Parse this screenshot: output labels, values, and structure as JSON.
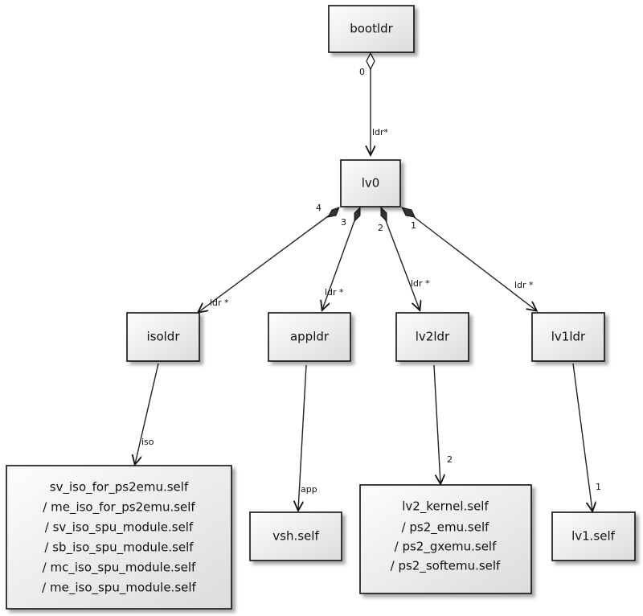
{
  "nodes": {
    "bootldr": "bootldr",
    "lv0": "lv0",
    "isoldr": "isoldr",
    "appldr": "appldr",
    "lv2ldr": "lv2ldr",
    "lv1ldr": "lv1ldr",
    "iso_files": [
      "sv_iso_for_ps2emu.self",
      "/  me_iso_for_ps2emu.self",
      "/  sv_iso_spu_module.self",
      "/  sb_iso_spu_module.self",
      "/  mc_iso_spu_module.self",
      "/  me_iso_spu_module.self"
    ],
    "vsh": "vsh.self",
    "lv2_files": [
      "lv2_kernel.self",
      "/  ps2_emu.self",
      "/  ps2_gxemu.self",
      "/  ps2_softemu.self"
    ],
    "lv1": "lv1.self"
  },
  "labels": {
    "bootldr_mult": "0",
    "lv0_role": "ldr*",
    "lv0_idx4": "4",
    "lv0_idx3": "3",
    "lv0_idx2": "2",
    "lv0_idx1": "1",
    "isoldr_role": "ldr  *",
    "appldr_role": "ldr  *",
    "lv2ldr_role": "ldr  *",
    "lv1ldr_role": "ldr  *",
    "iso_role": "iso",
    "app_role": "app",
    "lv2_mult": "2",
    "lv1_mult": "1"
  }
}
